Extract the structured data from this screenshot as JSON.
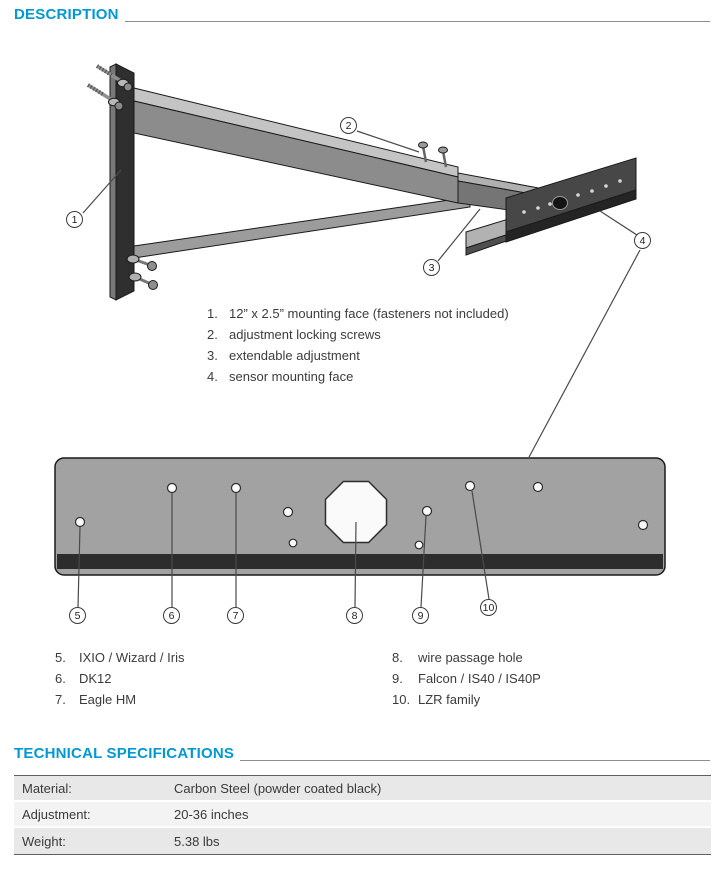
{
  "page": {
    "description_heading": "DESCRIPTION",
    "specs_heading": "TECHNICAL SPECIFICATIONS"
  },
  "callouts": [
    "1",
    "2",
    "3",
    "4",
    "5",
    "6",
    "7",
    "8",
    "9",
    "10"
  ],
  "bracket_parts": [
    {
      "num": "1.",
      "label": "12” x 2.5” mounting face (fasteners not included)"
    },
    {
      "num": "2.",
      "label": "adjustment locking screws"
    },
    {
      "num": "3.",
      "label": "extendable adjustment"
    },
    {
      "num": "4.",
      "label": "sensor mounting face"
    }
  ],
  "plate_legend_left": [
    {
      "num": "5.",
      "label": "IXIO / Wizard / Iris"
    },
    {
      "num": "6.",
      "label": "DK12"
    },
    {
      "num": "7.",
      "label": "Eagle HM"
    }
  ],
  "plate_legend_right": [
    {
      "num": "8.",
      "label": "wire passage hole"
    },
    {
      "num": "9.",
      "label": "Falcon / IS40 / IS40P"
    },
    {
      "num": "10.",
      "label": "LZR family"
    }
  ],
  "specs_table": {
    "rows": [
      {
        "label": "Material:",
        "value": "Carbon Steel (powder coated black)"
      },
      {
        "label": "Adjustment:",
        "value": "20-36 inches"
      },
      {
        "label": "Weight:",
        "value": "5.38 lbs"
      }
    ]
  },
  "colors": {
    "accent_blue": "#0099d5",
    "table_row_gray": "#e8e8e8",
    "diagram_dark": "#2f2f2f"
  }
}
